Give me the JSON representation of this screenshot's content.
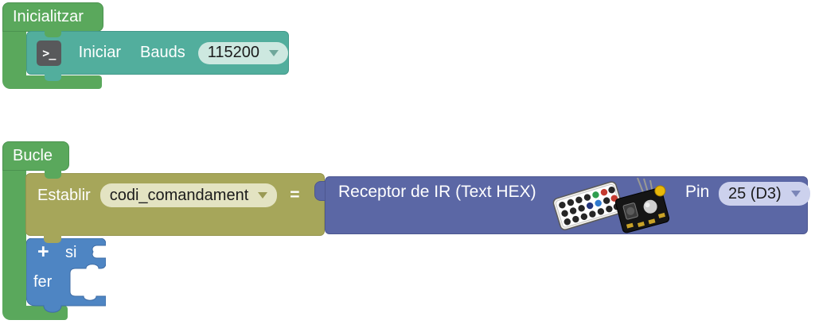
{
  "blocks": {
    "inicialitzar": {
      "label": "Inicialitzar",
      "iniciar": {
        "icon": "terminal-icon",
        "word1": "Iniciar",
        "word2": "Bauds",
        "baud": "115200"
      }
    },
    "bucle": {
      "label": "Bucle",
      "establir": {
        "label": "Establir",
        "variable": "codi_comandament",
        "equals": "="
      },
      "receptor": {
        "label": "Receptor de IR (Text HEX)",
        "images": [
          "ir-remote",
          "ir-receiver-module"
        ],
        "pin_label": "Pin",
        "pin": "25 (D3)"
      },
      "si_fer": {
        "plus": "+",
        "if_label": "si",
        "do_label": "fer"
      }
    }
  },
  "colors": {
    "block_green": "#5AA85C",
    "block_teal": "#52AE9D",
    "block_olive": "#A6A65A",
    "block_indigo": "#5B67A5",
    "block_blue": "#4E85C3",
    "dropdown_teal_bg": "#CDE8E0",
    "dropdown_olive_bg": "#E3E3C2",
    "dropdown_indigo_bg": "#CCD1ED",
    "terminal_icon_bg": "#58595B"
  }
}
